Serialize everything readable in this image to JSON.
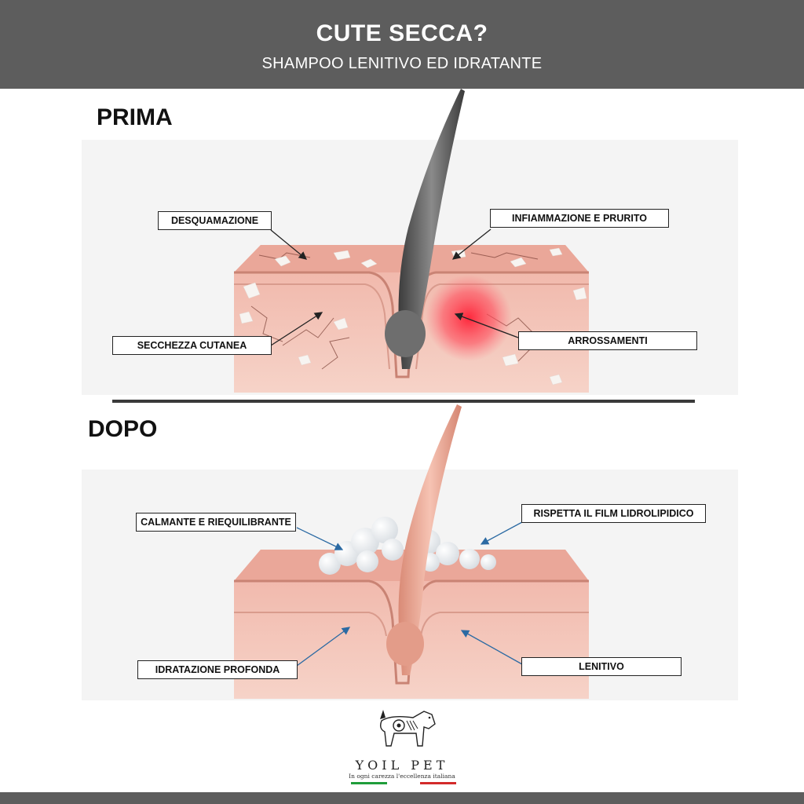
{
  "header": {
    "title": "CUTE SECCA?",
    "subtitle": "SHAMPOO LENITIVO ED IDRATANTE"
  },
  "before": {
    "label": "PRIMA",
    "callouts": {
      "desquamazione": "DESQUAMAZIONE",
      "infiammazione": "INFIAMMAZIONE E PRURITO",
      "secchezza": "SECCHEZZA CUTANEA",
      "arrossamenti": "ARROSSAMENTI"
    }
  },
  "after": {
    "label": "DOPO",
    "callouts": {
      "calmante": "CALMANTE E RIEQUILIBRANTE",
      "film": "RISPETTA IL FILM LIDROLIPIDICO",
      "idratazione": "IDRATAZIONE PROFONDA",
      "lenitivo": "LENITIVO"
    }
  },
  "brand": {
    "name": "YOIL PET",
    "tagline": "In ogni carezza l'eccellenza italiana"
  },
  "colors": {
    "header_bg": "#5d5d5d",
    "skin": "#eba99d",
    "skin_light": "#f3c4b8",
    "redness": "#ff2a3c",
    "hair_dry": "#5a5a5a",
    "hair_healthy": "#e7a38f",
    "flag_green": "#1f9d3a",
    "flag_red": "#d32a2a"
  }
}
